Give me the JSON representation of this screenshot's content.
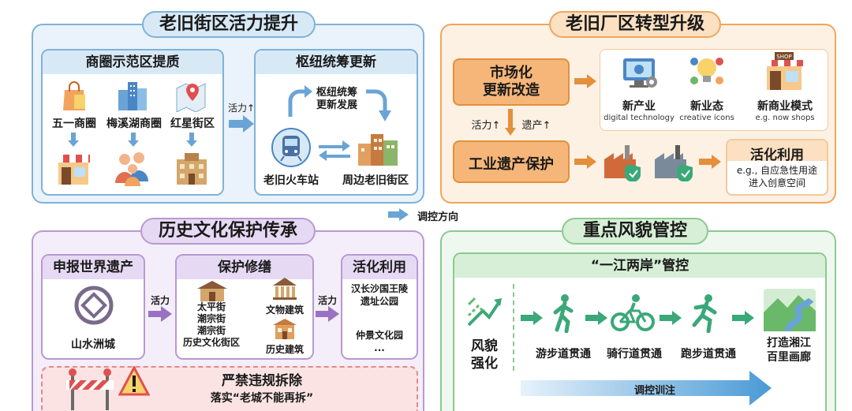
{
  "panel_old_streets": {
    "title": "老旧街区活力提升",
    "commerce": {
      "title": "商圈示范区提质",
      "items": [
        "五一商圈",
        "梅溪湖商圈",
        "红星街区"
      ]
    },
    "arrow_label": "活力↑",
    "hub": {
      "title": "枢纽统筹更新",
      "flow_label": "枢纽统筹\n更新发展",
      "station": "老旧火车站",
      "streets": "周边老旧街区"
    }
  },
  "panel_old_factory": {
    "title": "老旧厂区转型升级",
    "market": "市场化\n更新改造",
    "left_arrow_labels": {
      "vitality": "活力↑",
      "heritage": "遗产↑"
    },
    "new_items": [
      {
        "title": "新产业",
        "subtitle": "digital technology"
      },
      {
        "title": "新业态",
        "subtitle": "creative icons"
      },
      {
        "title": "新商业模式",
        "subtitle": "e.g. now shops"
      }
    ],
    "shop_sign": "SHOP",
    "heritage_protect": "工业遗产保护",
    "reuse": {
      "title": "活化利用",
      "text": "e.g., 自应急性用途\n进入创意空间"
    }
  },
  "center_label": "调控方向",
  "panel_history": {
    "title": "历史文化保护传承",
    "world_heritage": {
      "title": "申报世界遗产",
      "item": "山水洲城"
    },
    "arrow1_label": "活力",
    "repair": {
      "title": "保护修缮",
      "left_list": "太平街\n潮宗街\n潮宗街\n历史文化街区",
      "building1": "文物建筑",
      "building2": "历史建筑"
    },
    "arrow2_label": "活力",
    "reuse": {
      "title": "活化利用",
      "item1": "汉长沙国王陵\n遗址公园",
      "item2": "仲景文化园",
      "item3": "..."
    },
    "ban": {
      "title": "严禁违规拆除",
      "text": "落实“老城不能再拆”"
    }
  },
  "panel_scenery": {
    "title": "重点风貌管控",
    "sub_title": "“一江两岸”管控",
    "strengthen": "风貌\n强化",
    "steps": [
      "游步道贯通",
      "骑行道贯通",
      "跑步道贯通",
      "打造湘江\n百里画廊"
    ],
    "bottom_label": "调控训注"
  },
  "colors": {
    "blue": "#7fb2d8",
    "blue_bg": "#eaf3fb",
    "orange": "#f0a65c",
    "orange_bg": "#fdf1e4",
    "purple": "#b89ad2",
    "purple_bg": "#f4eefa",
    "green": "#8cc98e",
    "green_bg": "#eef8ee",
    "pink": "#f3c2c2"
  }
}
